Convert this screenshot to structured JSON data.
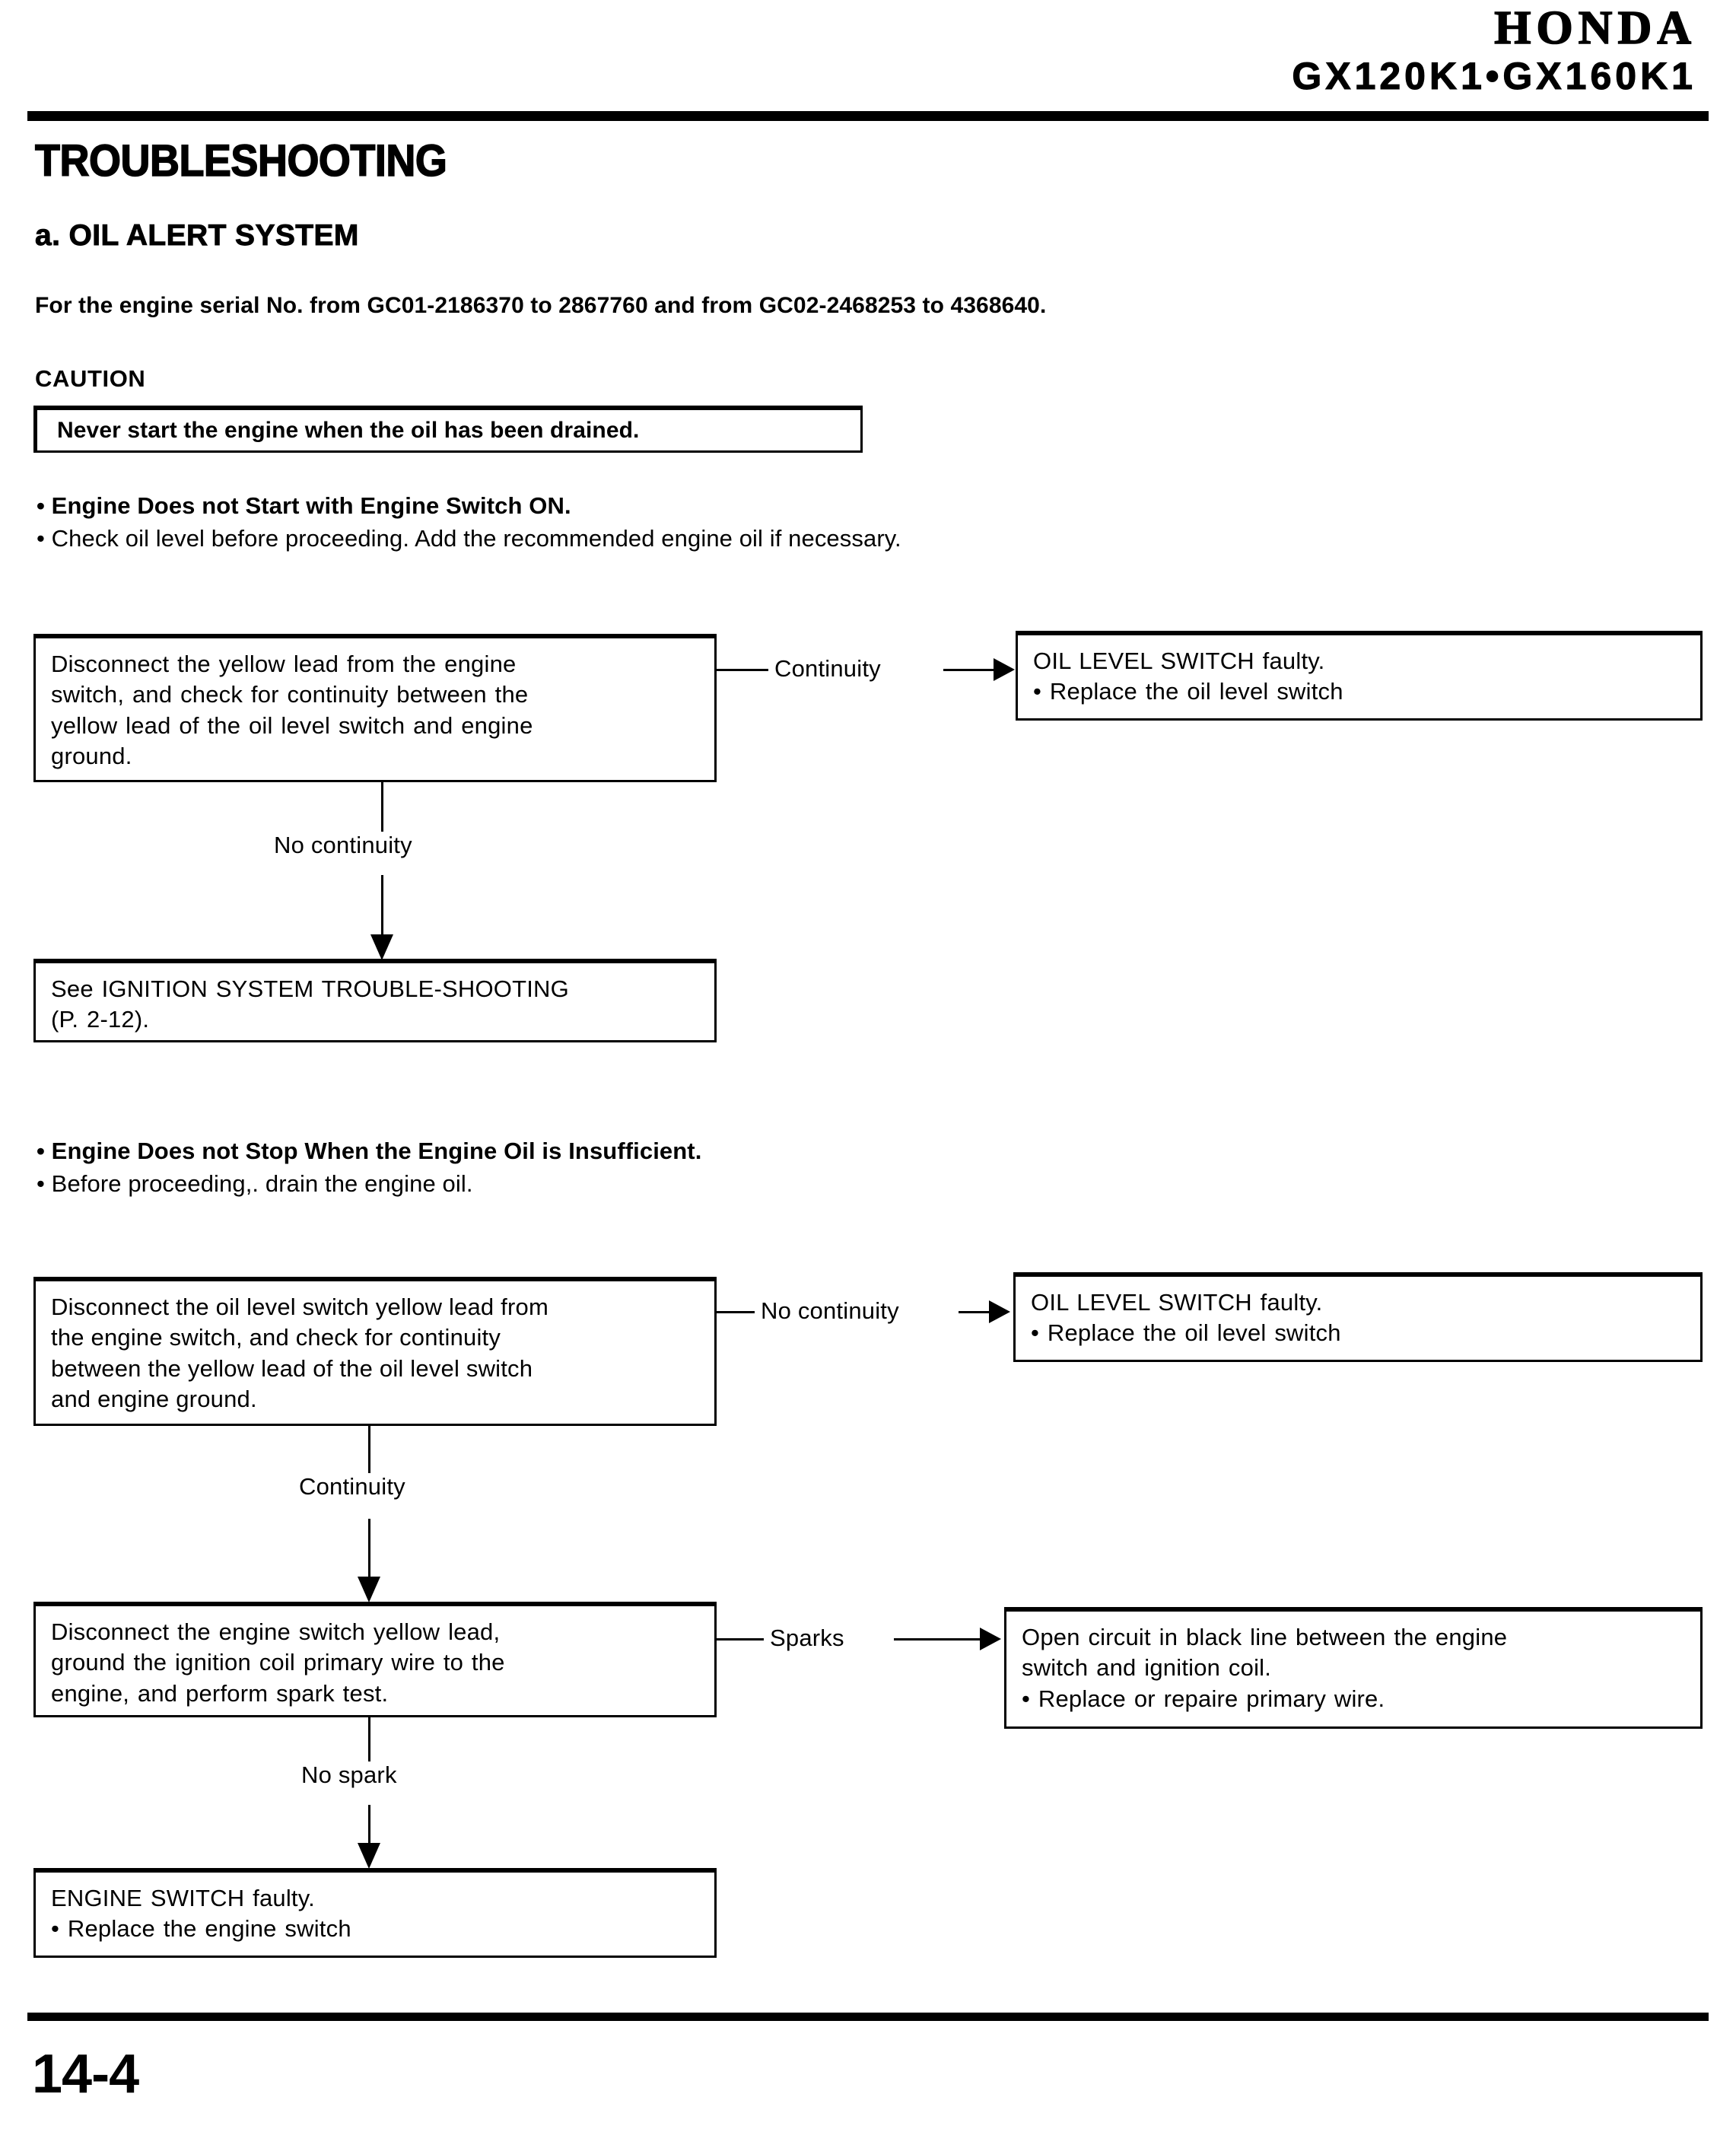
{
  "header": {
    "brand": "HONDA",
    "model": "GX120K1•GX160K1"
  },
  "titles": {
    "main": "TROUBLESHOOTING",
    "section": "a. OIL ALERT SYSTEM",
    "serial_note": "For the engine serial No. from GC01-2186370 to 2867760 and from GC02-2468253 to 4368640."
  },
  "caution": {
    "label": "CAUTION",
    "text": "Never start the engine when the oil has been drained."
  },
  "section1": {
    "heading": "• Engine Does not Start with Engine Switch ON.",
    "subheading": "• Check oil level before proceeding. Add the recommended engine oil if necessary.",
    "box_start": {
      "line1": "Disconnect the yellow lead from the engine",
      "line2": "switch, and check for continuity between the",
      "line3": "yellow lead of the oil level switch and engine",
      "line4": "ground."
    },
    "branch_right_label": "Continuity",
    "box_right": {
      "line1": "OIL LEVEL SWITCH faulty.",
      "line2": "• Replace the oil level switch"
    },
    "branch_down_label": "No continuity",
    "box_down": {
      "line1": "See IGNITION SYSTEM TROUBLE-SHOOTING",
      "line2": "(P. 2-12)."
    }
  },
  "section2": {
    "heading": "• Engine Does not Stop When the Engine Oil is Insufficient.",
    "subheading": "• Before proceeding,. drain the engine oil.",
    "box_start": {
      "line1": "Disconnect the oil level switch yellow lead from",
      "line2": "the engine switch, and check for continuity",
      "line3": "between the yellow lead of the oil level switch",
      "line4": "and engine ground."
    },
    "branch_right_label": "No continuity",
    "box_right": {
      "line1": "OIL LEVEL SWITCH faulty.",
      "line2": "• Replace the oil level switch"
    },
    "branch_down_label": "Continuity",
    "box_second": {
      "line1": "Disconnect the engine switch yellow lead,",
      "line2": "ground the ignition coil primary wire to the",
      "line3": "engine, and perform spark test."
    },
    "branch_right2_label": "Sparks",
    "box_right2": {
      "line1": "Open circuit in black line between the engine",
      "line2": "switch and ignition coil.",
      "line3": "• Replace or repaire primary wire."
    },
    "branch_down2_label": "No spark",
    "box_final": {
      "line1": "ENGINE SWITCH faulty.",
      "line2": "• Replace the engine switch"
    }
  },
  "footer": {
    "page_number": "14-4"
  }
}
